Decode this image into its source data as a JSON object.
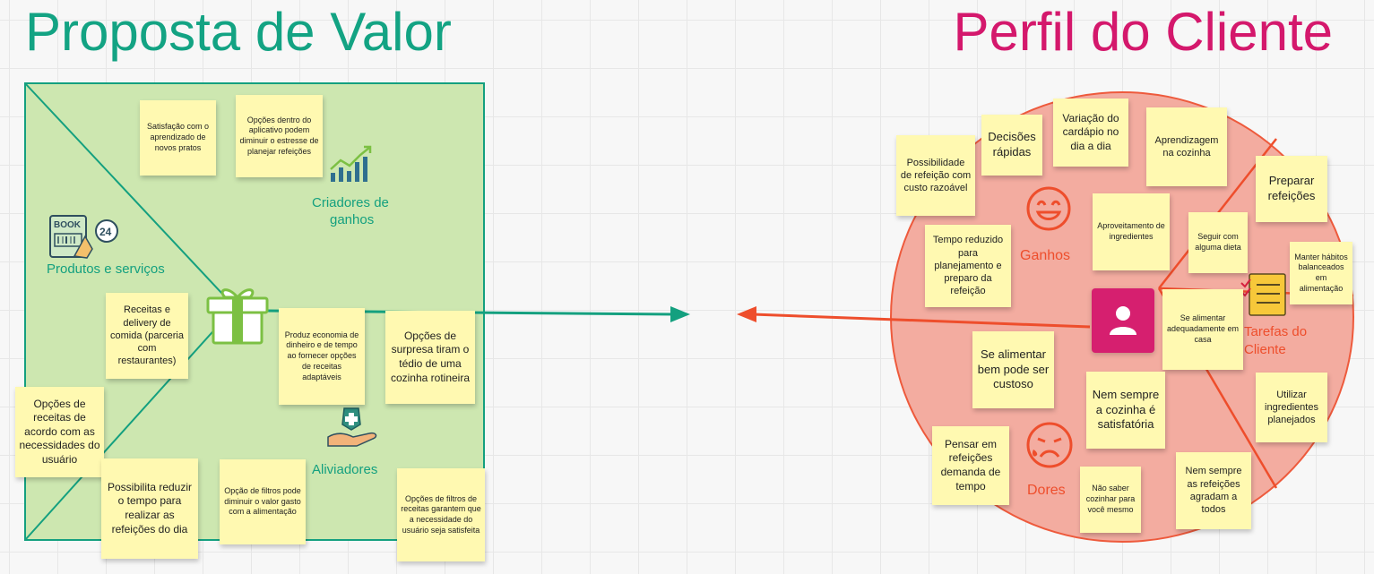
{
  "titles": {
    "value_proposition": "Proposta de Valor",
    "customer_profile": "Perfil do Cliente"
  },
  "labels": {
    "products_services": "Produtos e serviços",
    "gain_creators_line1": "Criadores de",
    "gain_creators_line2": "ganhos",
    "pain_relievers": "Aliviadores",
    "gains": "Ganhos",
    "pains": "Dores",
    "jobs_line1": "Tarefas do",
    "jobs_line2": "Cliente"
  },
  "icons": {
    "book_badge": "BOOK",
    "clock_badge": "24"
  },
  "value_notes": {
    "satisfacao": "Satisfação com o aprendizado de novos pratos",
    "opcoes_app": "Opções dentro do aplicativo podem diminuir o estresse de planejar refeições",
    "receitas_delivery": "Receitas e delivery de comida (parceria com restaurantes)",
    "economia": "Produz economia de dinheiro e de tempo ao fornecer opções de receitas adaptáveis",
    "surpresa": "Opções de surpresa tiram o tédio de uma cozinha rotineira",
    "opcoes_receitas": "Opções de receitas de acordo com as necessidades do usuário",
    "reduzir_tempo": "Possibilita reduzir o tempo para realizar as refeições do dia",
    "filtros_valor": "Opção de filtros pode diminuir o valor gasto com a alimentação",
    "filtros_necessidade": "Opções de filtros de receitas garantem que a necessidade do usuário seja satisfeita"
  },
  "profile_notes": {
    "custo_razoavel": "Possibilidade de refeição com custo razoável",
    "decisoes": "Decisões rápidas",
    "variacao": "Variação do cardápio no dia a dia",
    "aprendizagem": "Aprendizagem na cozinha",
    "preparar": "Preparar refeições",
    "aproveitamento": "Aproveitamento de ingredientes",
    "dieta": "Seguir com alguma dieta",
    "habitos": "Manter hábitos balanceados em alimentação",
    "tempo_reduzido": "Tempo reduzido para planejamento e preparo da refeição",
    "alimentar_casa": "Se alimentar adequadamente em casa",
    "custoso": "Se alimentar bem pode ser custoso",
    "cozinha_satisfatoria": "Nem sempre a cozinha é satisfatória",
    "ingredientes": "Utilizar ingredientes planejados",
    "pensar": "Pensar em refeições demanda de tempo",
    "nao_saber": "Não saber cozinhar para você mesmo",
    "nem_sempre": "Nem sempre as refeições agradam a todos"
  },
  "colors": {
    "value_green": "#14a07f",
    "frame_fill": "#cde7b0",
    "profile_pink": "#d4186c",
    "circle_fill": "#f3aca0",
    "circle_stroke": "#ee5a3c",
    "sticky": "#fff9b1"
  }
}
